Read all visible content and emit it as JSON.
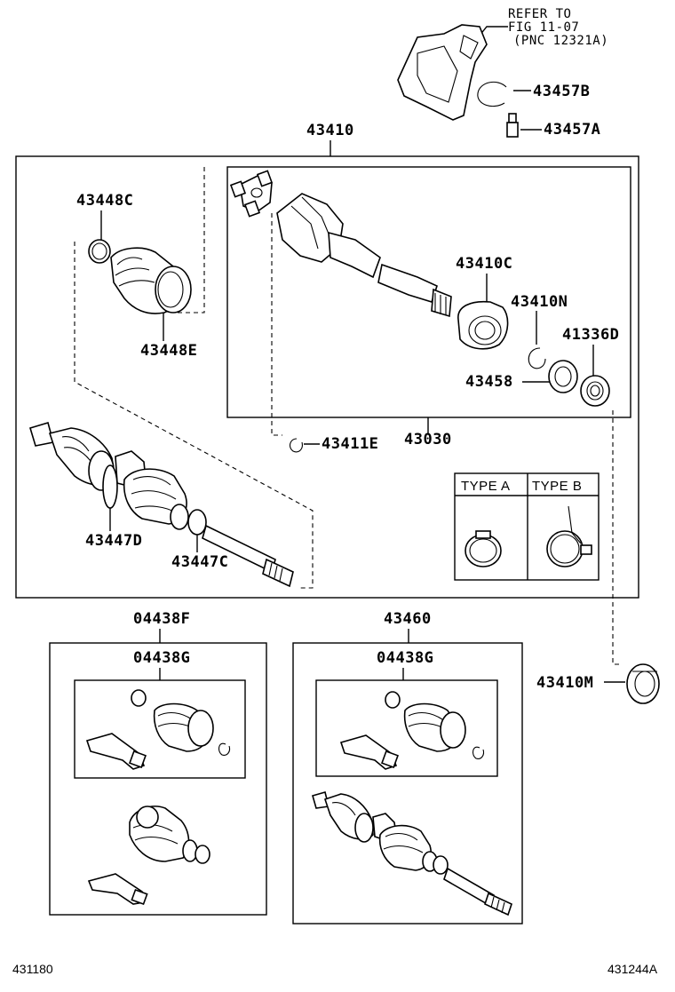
{
  "refer_note": {
    "line1": "REFER TO",
    "line2": "FIG 11-07",
    "line3": "(PNC 12321A)"
  },
  "labels": {
    "p43457B": "43457B",
    "p43457A": "43457A",
    "p43410": "43410",
    "p43448C": "43448C",
    "p43448E": "43448E",
    "p43410C": "43410C",
    "p43410N": "43410N",
    "p41336D": "41336D",
    "p43458": "43458",
    "p43411E": "43411E",
    "p43030": "43030",
    "p43447D": "43447D",
    "p43447C": "43447C",
    "p04438F": "04438F",
    "p04438G_left": "04438G",
    "p43460": "43460",
    "p04438G_right": "04438G",
    "p43410M": "43410M"
  },
  "clamp_types": {
    "type_a": "TYPE A",
    "type_b": "TYPE B"
  },
  "footer": {
    "left_code": "431180",
    "right_code": "431244A"
  }
}
